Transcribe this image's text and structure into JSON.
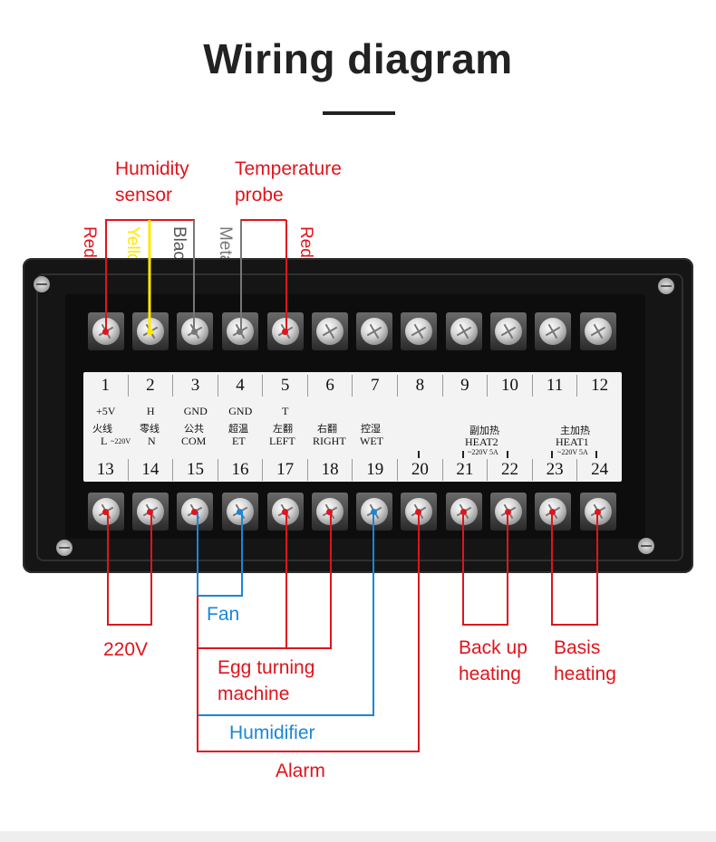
{
  "title": "Wiring diagram",
  "labels": {
    "humidity_sensor": [
      "Humidity",
      "sensor"
    ],
    "temperature_probe": [
      "Temperature",
      "probe"
    ],
    "fan": "Fan",
    "v220": "220V",
    "egg_turning": [
      "Egg turning",
      "machine"
    ],
    "humidifier": "Humidifier",
    "alarm": "Alarm",
    "backup_heating": [
      "Back up",
      "heating"
    ],
    "basis_heating": [
      "Basis",
      "heating"
    ]
  },
  "wire_colors_text": {
    "red1": "Red",
    "yellow": "Yellow",
    "black": "Black",
    "metal": "Metal",
    "red2": "Red"
  },
  "colors": {
    "red": "#e0141b",
    "blue": "#1a86d8",
    "yellow": "#ffe800",
    "gray": "#777777"
  },
  "top_terminals": {
    "numbers": [
      "1",
      "2",
      "3",
      "4",
      "5",
      "6",
      "7",
      "8",
      "9",
      "10",
      "11",
      "12"
    ],
    "signals": [
      "+5V",
      "H",
      "GND",
      "GND",
      "T",
      "",
      "",
      "",
      "",
      "",
      "",
      ""
    ]
  },
  "bottom_terminals": {
    "numbers": [
      "13",
      "14",
      "15",
      "16",
      "17",
      "18",
      "19",
      "20",
      "21",
      "22",
      "23",
      "24"
    ]
  },
  "bottom_labels": {
    "t13_cn": "火线",
    "t13_en": "L",
    "t14_cn": "零线",
    "t14_en": "N",
    "v220_small": "~220V",
    "t15_cn": "公共",
    "t15_en": "COM",
    "t16_cn": "超温",
    "t16_en": "ET",
    "t17_cn": "左翻",
    "t17_en": "LEFT",
    "t18_cn": "右翻",
    "t18_en": "RIGHT",
    "t19_cn": "控湿",
    "t19_en": "WET",
    "heat2_cn": "副加热",
    "heat2_en": "HEAT2",
    "heat2_small": "~220V 5A",
    "heat1_cn": "主加热",
    "heat1_en": "HEAT1",
    "heat1_small": "~220V 5A"
  }
}
